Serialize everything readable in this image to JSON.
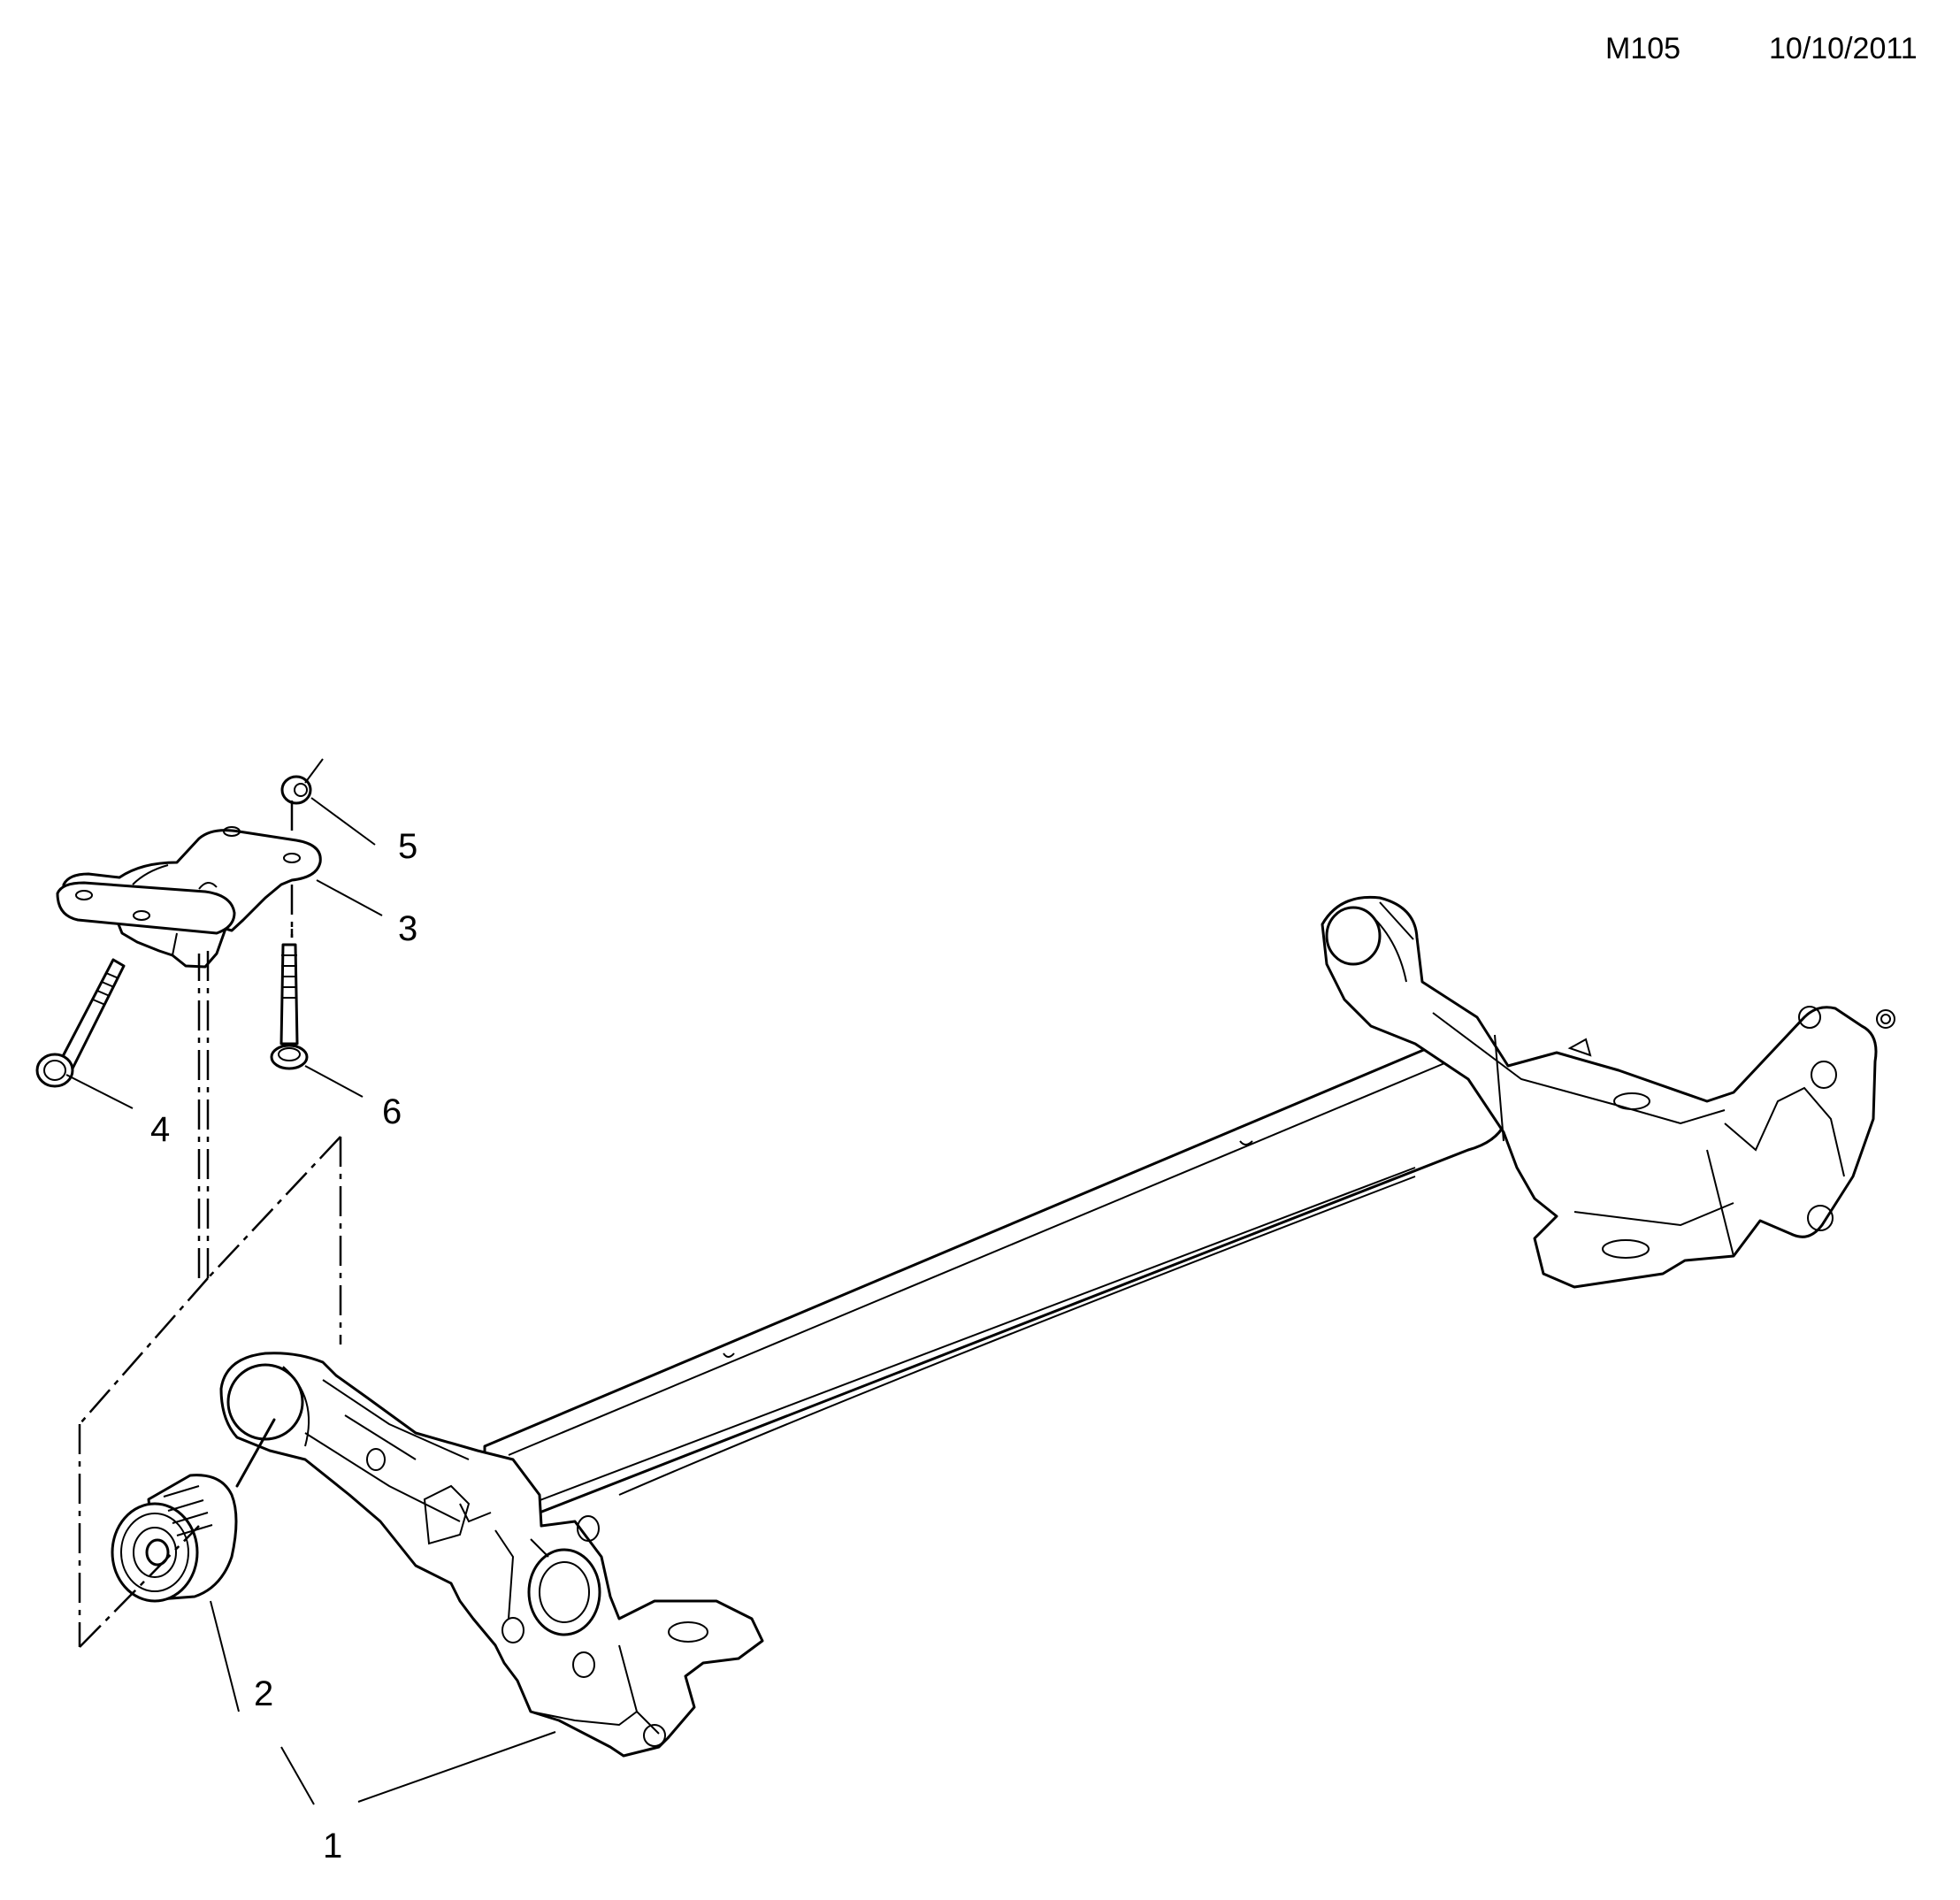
{
  "header": {
    "diagram_code": "M105",
    "date": "10/10/2011"
  },
  "callouts": [
    {
      "id": "1",
      "label": "1"
    },
    {
      "id": "2",
      "label": "2"
    },
    {
      "id": "3",
      "label": "3"
    },
    {
      "id": "4",
      "label": "4"
    },
    {
      "id": "5",
      "label": "5"
    },
    {
      "id": "6",
      "label": "6"
    }
  ]
}
